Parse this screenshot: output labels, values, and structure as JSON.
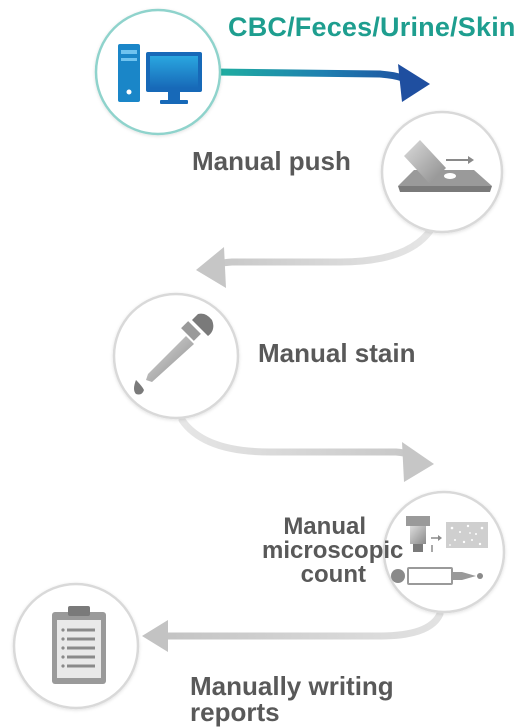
{
  "title": "CBC/Feces/Urine/Skin",
  "steps": {
    "push": "Manual push",
    "stain": "Manual stain",
    "count": [
      "Manual",
      "microscopic",
      "count"
    ],
    "reports": [
      "Manually writing",
      "reports"
    ]
  },
  "colors": {
    "teal": "#1e9e8f",
    "blue": "#1f4fa0",
    "gray_text": "#595959",
    "gray_arrow": "#c8c8c8",
    "circle_border": "#d9d9d9",
    "teal_border": "#8fd3cc"
  },
  "icons": [
    "computer-icon",
    "slide-push-icon",
    "dropper-icon",
    "microscope-count-icon",
    "clipboard-report-icon"
  ]
}
